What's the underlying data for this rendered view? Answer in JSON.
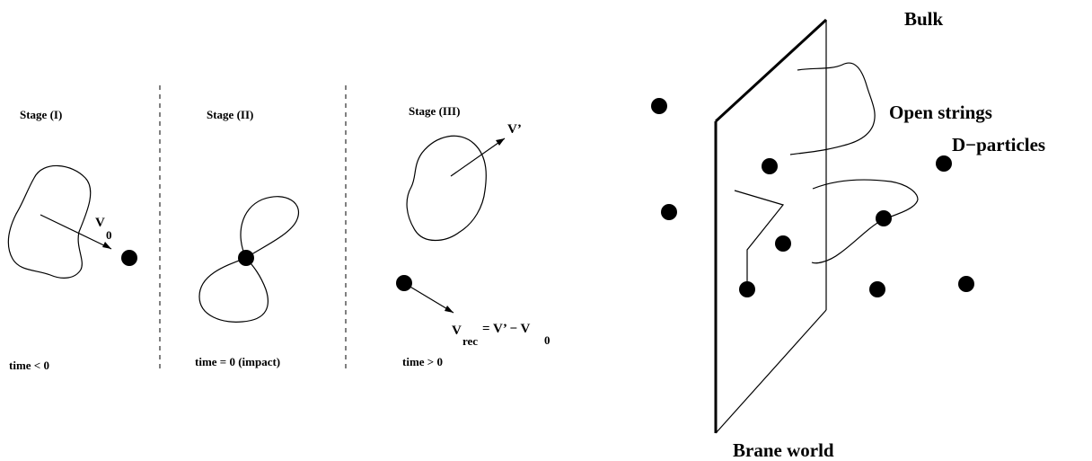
{
  "left_panel": {
    "stages": [
      {
        "title": "Stage (I)",
        "time": "time < 0"
      },
      {
        "title": "Stage (II)",
        "time": "time = 0 (impact)"
      },
      {
        "title": "Stage (III)",
        "time": "time > 0"
      }
    ],
    "velocity_labels": {
      "v0_main": "V",
      "v0_sub": "0",
      "vprime": "V’",
      "vrec_main": "V",
      "vrec_sub": "rec",
      "vrec_eq": "= V’ − V",
      "vrec_eq_sub": "0"
    }
  },
  "right_panel": {
    "bulk": "Bulk",
    "open_strings": "Open strings",
    "d_particles": "D−particles",
    "brane_world": "Brane world"
  },
  "colors": {
    "ink": "#000000",
    "background": "#ffffff"
  }
}
